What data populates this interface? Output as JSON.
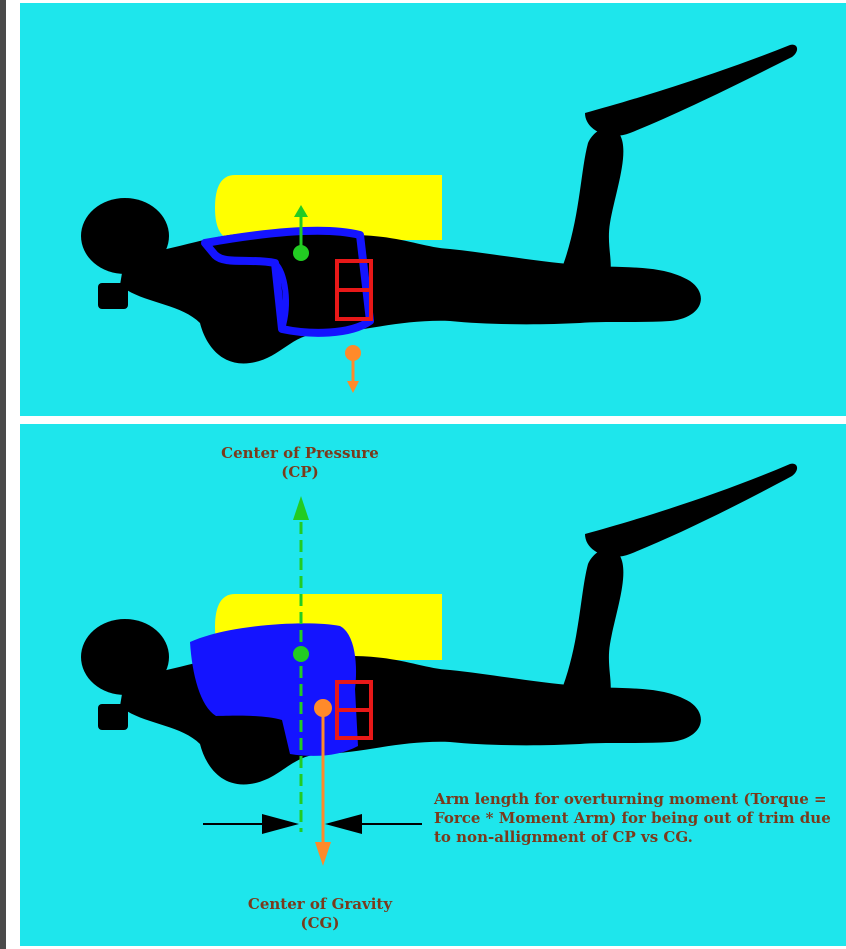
{
  "colors": {
    "water": "#1ee6ec",
    "diver": "#000000",
    "tank": "#ffff00",
    "bcd": "#1414ff",
    "weights": "#e81818",
    "cp_marker": "#22cc22",
    "cg_marker": "#ff8a2a",
    "label_text": "#7a3a1c"
  },
  "labels": {
    "cp_line1": "Center of Pressure",
    "cp_line2": "(CP)",
    "cg_line1": "Center of Gravity",
    "cg_line2": "(CG)",
    "arm_note": "Arm length for overturning moment (Torque = Force * Moment Arm) for being out of trim due to non-allignment of CP vs CG."
  }
}
